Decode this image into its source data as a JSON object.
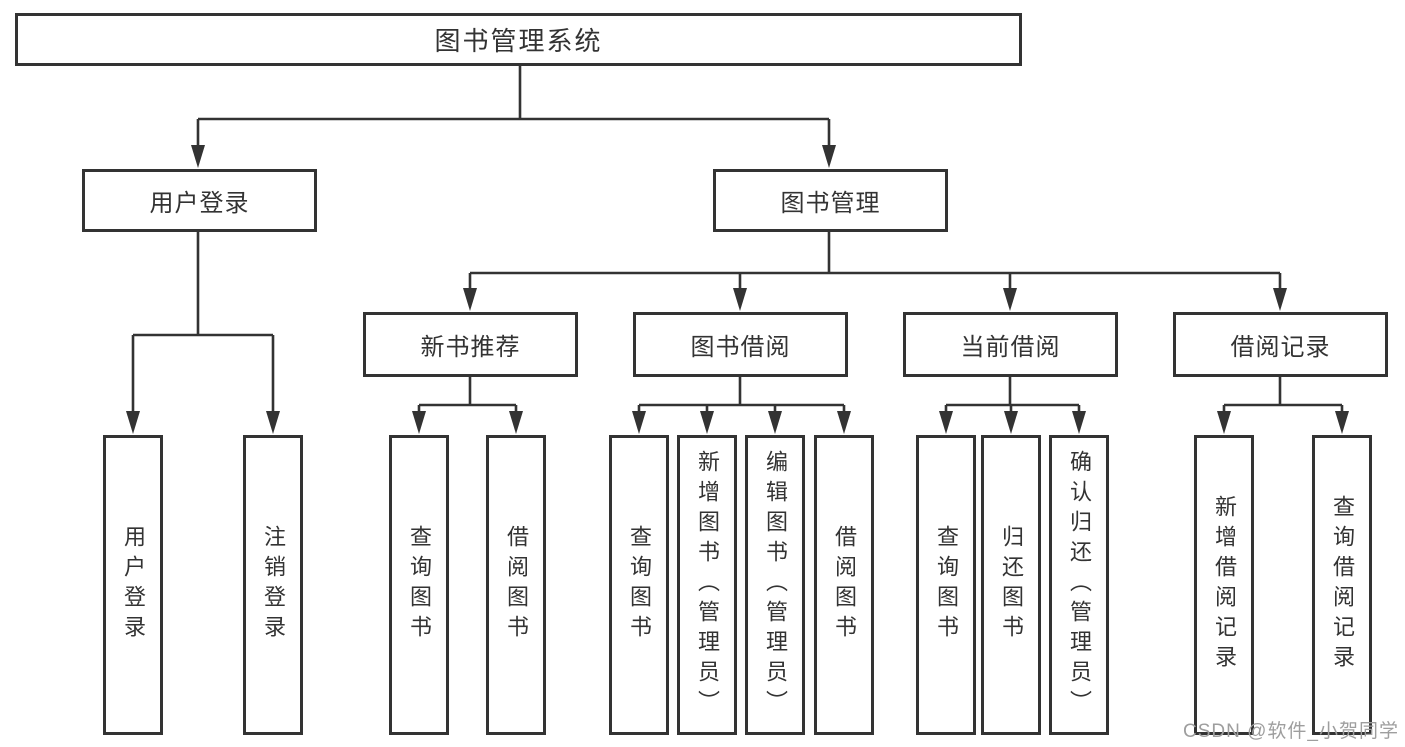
{
  "tree": {
    "root": "图书管理系统",
    "user_login": {
      "label": "用户登录",
      "children": [
        "用户登录",
        "注销登录"
      ]
    },
    "book_mgmt": {
      "label": "图书管理",
      "sections": [
        {
          "label": "新书推荐",
          "children": [
            "查询图书",
            "借阅图书"
          ]
        },
        {
          "label": "图书借阅",
          "children": [
            "查询图书",
            "新增图书（管理员）",
            "编辑图书（管理员）",
            "借阅图书"
          ]
        },
        {
          "label": "当前借阅",
          "children": [
            "查询图书",
            "归还图书",
            "确认归还（管理员）"
          ]
        },
        {
          "label": "借阅记录",
          "children": [
            "新增借阅记录",
            "查询借阅记录"
          ]
        }
      ]
    }
  },
  "watermark": "CSDN @软件_小贺同学",
  "colors": {
    "line": "#333333",
    "text": "#333333",
    "watermark": "#9e9e9e",
    "background": "#ffffff"
  }
}
